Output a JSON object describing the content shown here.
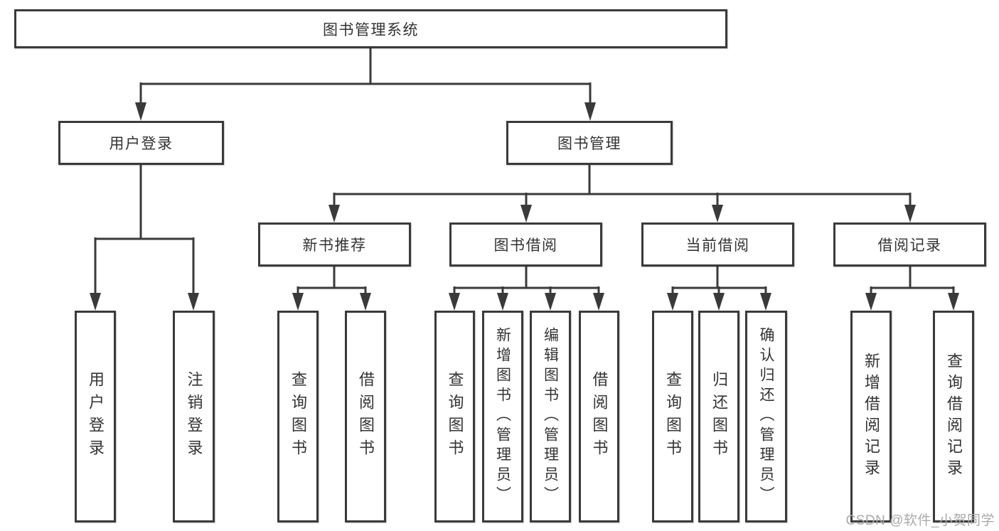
{
  "tree": {
    "root": {
      "label": "图书管理系统"
    },
    "branches": [
      {
        "label": "用户登录",
        "children": [
          "用户登录",
          "注销登录"
        ]
      },
      {
        "label": "图书管理",
        "sections": [
          {
            "label": "新书推荐",
            "children": [
              "查询图书",
              "借阅图书"
            ]
          },
          {
            "label": "图书借阅",
            "children": [
              "查询图书",
              "新增图书（管理员）",
              "编辑图书（管理员）",
              "借阅图书"
            ]
          },
          {
            "label": "当前借阅",
            "children": [
              "查询图书",
              "归还图书",
              "确认归还（管理员）"
            ]
          },
          {
            "label": "借阅记录",
            "children": [
              "新增借阅记录",
              "查询借阅记录"
            ]
          }
        ]
      }
    ]
  },
  "watermark": "CSDN @软件_小贺同学",
  "colors": {
    "line": "#3a3a3a",
    "text": "#333333",
    "box_background": "#ffffff",
    "watermark": "#a9a9a9",
    "background": "#ffffff"
  }
}
